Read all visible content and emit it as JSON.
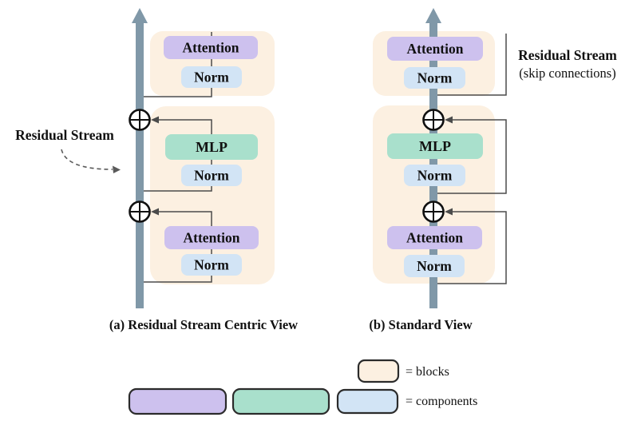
{
  "figure": {
    "diagram_a": {
      "caption": "(a) Residual Stream Centric View",
      "residual_stream_label": "Residual Stream",
      "next_block": {
        "attention": "Attention",
        "norm": "Norm"
      },
      "transformer_block": {
        "mlp": "MLP",
        "mlp_norm": "Norm",
        "attention": "Attention",
        "attention_norm": "Norm"
      }
    },
    "diagram_b": {
      "caption": "(b) Standard View",
      "residual_stream_label": "Residual Stream",
      "skip_connections_label": "(skip connections)",
      "next_block": {
        "attention": "Attention",
        "norm": "Norm"
      },
      "transformer_block": {
        "mlp": "MLP",
        "mlp_norm": "Norm",
        "attention": "Attention",
        "attention_norm": "Norm"
      }
    },
    "legend": {
      "blocks_label": "= blocks",
      "components_label": "= components"
    }
  },
  "colors": {
    "block_fill": "#fcf0e1",
    "attention_fill": "#cdc1ee",
    "norm_fill": "#d2e4f5",
    "mlp_fill": "#a9e0cc",
    "stream": "#8098a8",
    "connector": "#4b4b4b"
  }
}
